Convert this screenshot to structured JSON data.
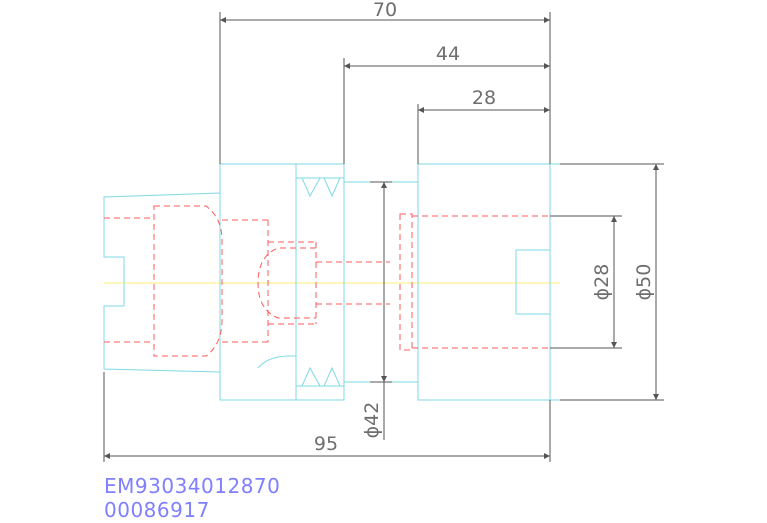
{
  "dimensions": {
    "overall_top": "70",
    "middle_top": "44",
    "short_top": "28",
    "overall_bottom": "95",
    "dia_42": "ϕ42",
    "dia_28": "ϕ28",
    "dia_50": "ϕ50"
  },
  "labels": {
    "part_code": "EM93034012870",
    "part_number": "00086917"
  },
  "colors": {
    "outline": "#7fd9e6",
    "hidden": "#ff5a5a",
    "centerline": "#ffef70",
    "dimension": "#555555",
    "label": "#7f7fff"
  }
}
